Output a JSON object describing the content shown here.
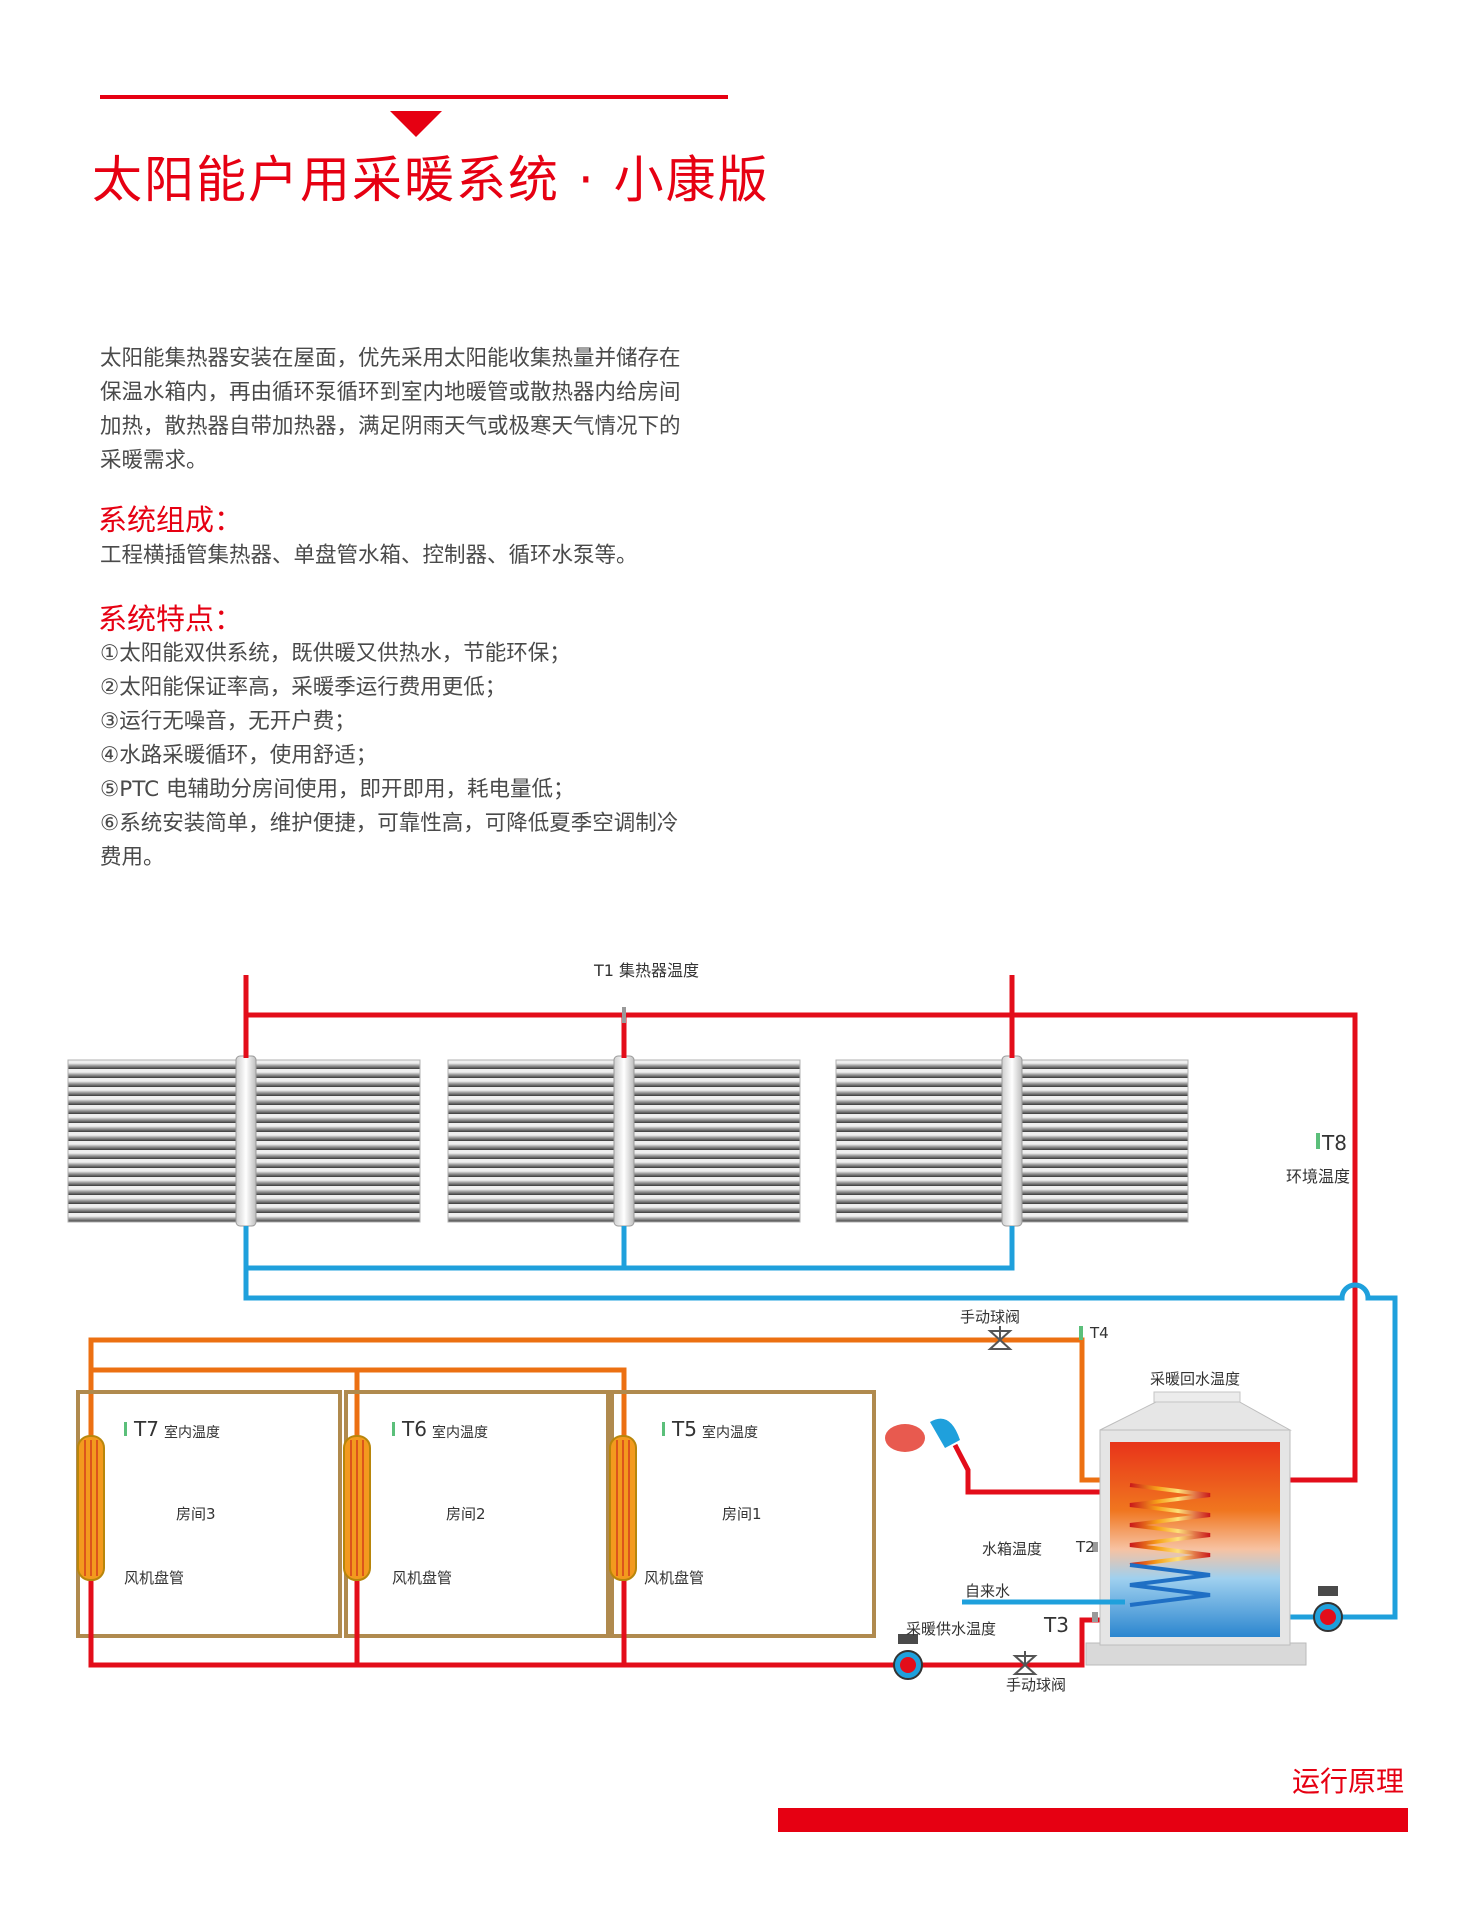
{
  "page": {
    "title": "太阳能户用采暖系统 · 小康版",
    "intro": [
      "太阳能集热器安装在屋面，优先采用太阳能收集热量并储存在",
      "保温水箱内，再由循环泵循环到室内地暖管或散热器内给房间",
      "加热，散热器自带加热器，满足阴雨天气或极寒天气情况下的",
      "采暖需求。"
    ],
    "composition_heading": "系统组成：",
    "composition_text": "工程横插管集热器、单盘管水箱、控制器、循环水泵等。",
    "features_heading": "系统特点：",
    "features": [
      "①太阳能双供系统，既供暖又供热水，节能环保；",
      "②太阳能保证率高，采暖季运行费用更低；",
      "③运行无噪音，无开户费；",
      "④水路采暖循环，使用舒适；",
      "⑤PTC 电辅助分房间使用，即开即用，耗电量低；",
      "⑥系统安装简单，维护便捷，可靠性高，可降低夏季空调制冷",
      "费用。"
    ],
    "footer_label": "运行原理"
  },
  "diagram": {
    "t1": "T1 集热器温度",
    "t8": "T8",
    "t8_desc": "环境温度",
    "t4": "T4",
    "valve_top": "手动球阀",
    "return_temp": "采暖回水温度",
    "tank_temp": "水箱温度",
    "t2": "T2",
    "tap_water": "自来水",
    "supply_temp": "采暖供水温度",
    "t3": "T3",
    "valve_bottom": "手动球阀",
    "rooms": [
      {
        "sensor": "T7",
        "sensor_desc": "室内温度",
        "name": "房间3",
        "unit": "风机盘管"
      },
      {
        "sensor": "T6",
        "sensor_desc": "室内温度",
        "name": "房间2",
        "unit": "风机盘管"
      },
      {
        "sensor": "T5",
        "sensor_desc": "室内温度",
        "name": "房间1",
        "unit": "风机盘管"
      }
    ],
    "colors": {
      "hot": "#e30d1a",
      "cold": "#1fa0dc",
      "orange": "#ec7012",
      "room": "#b08a4e"
    }
  }
}
